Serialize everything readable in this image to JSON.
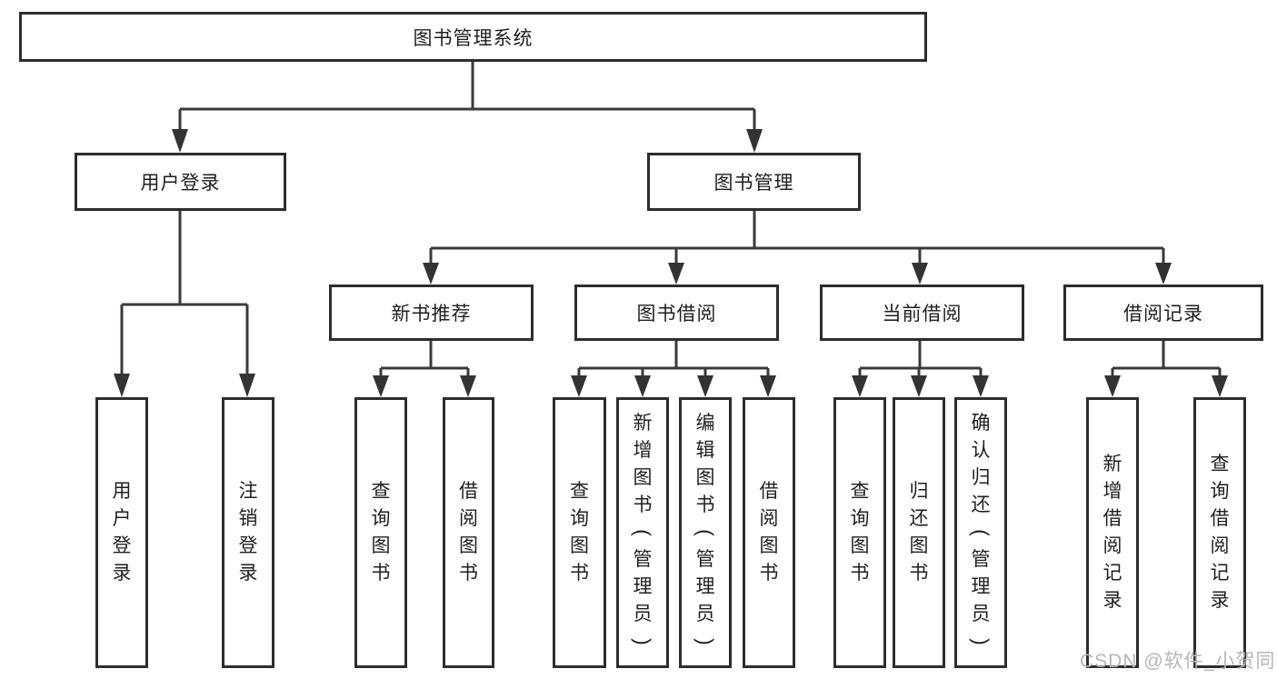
{
  "root": {
    "label": "图书管理系统"
  },
  "level2": {
    "user_login": {
      "label": "用户登录"
    },
    "book_mgmt": {
      "label": "图书管理"
    }
  },
  "level3": {
    "new_book_rec": {
      "label": "新书推荐"
    },
    "book_borrow": {
      "label": "图书借阅"
    },
    "current_borrow": {
      "label": "当前借阅"
    },
    "borrow_records": {
      "label": "借阅记录"
    }
  },
  "leaves": {
    "user_login_leaf": {
      "label": "用户登录"
    },
    "logout": {
      "label": "注销登录"
    },
    "rec_query": {
      "label": "查询图书"
    },
    "rec_borrow": {
      "label": "借阅图书"
    },
    "bb_query": {
      "label": "查询图书"
    },
    "bb_add": {
      "label": "新增图书（管理员）"
    },
    "bb_edit": {
      "label": "编辑图书（管理员）"
    },
    "bb_borrow": {
      "label": "借阅图书"
    },
    "cb_query": {
      "label": "查询图书"
    },
    "cb_return": {
      "label": "归还图书"
    },
    "cb_confirm": {
      "label": "确认归还（管理员）"
    },
    "br_add": {
      "label": "新增借阅记录"
    },
    "br_query": {
      "label": "查询借阅记录"
    }
  },
  "watermark": {
    "text": "CSDN @软件_小贺同学"
  },
  "colors": {
    "border": "#2d2d2d",
    "line": "#3a3a3a",
    "text": "#1f1f1f",
    "watermark": "#b6b6b6",
    "background": "#ffffff"
  }
}
